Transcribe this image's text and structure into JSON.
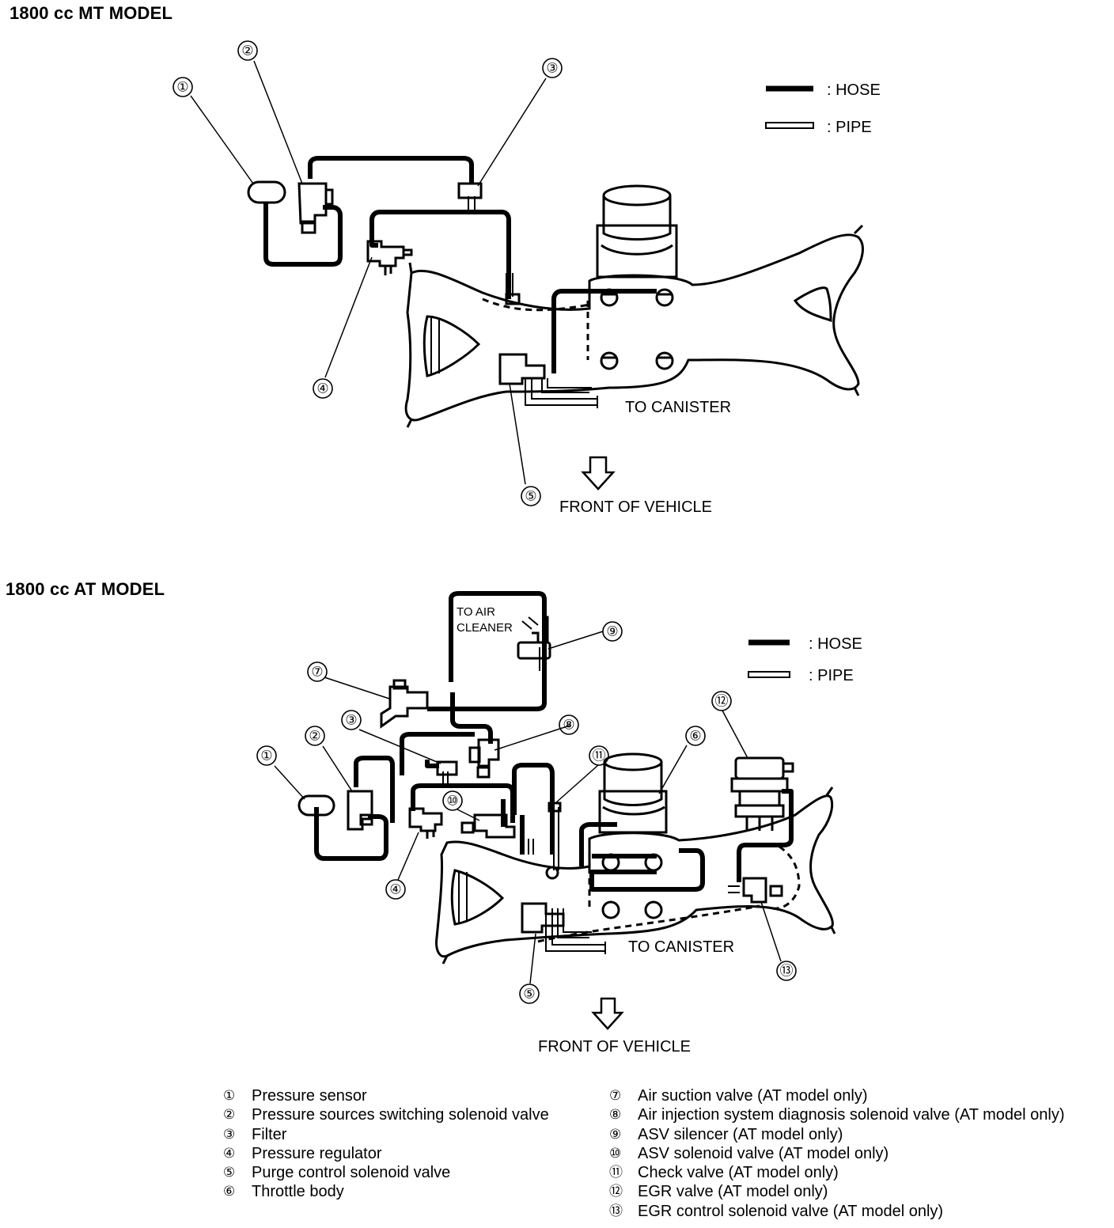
{
  "mt": {
    "title": "1800 cc MT MODEL",
    "legend_hose": ": HOSE",
    "legend_pipe": ": PIPE",
    "to_canister": "TO CANISTER",
    "front": "FRONT OF VEHICLE",
    "callouts": [
      "①",
      "②",
      "③",
      "④",
      "⑤"
    ]
  },
  "at": {
    "title": "1800 cc AT MODEL",
    "legend_hose": ": HOSE",
    "legend_pipe": ": PIPE",
    "to_air_cleaner_1": "TO AIR",
    "to_air_cleaner_2": "CLEANER",
    "to_canister": "TO CANISTER",
    "front": "FRONT OF VEHICLE",
    "callouts": [
      "①",
      "②",
      "③",
      "④",
      "⑤",
      "⑥",
      "⑦",
      "⑧",
      "⑨",
      "⑩",
      "⑪",
      "⑫",
      "⑬"
    ]
  },
  "legend": {
    "left": [
      {
        "n": "①",
        "text": "Pressure sensor"
      },
      {
        "n": "②",
        "text": "Pressure sources switching solenoid valve"
      },
      {
        "n": "③",
        "text": "Filter"
      },
      {
        "n": "④",
        "text": "Pressure regulator"
      },
      {
        "n": "⑤",
        "text": "Purge control solenoid valve"
      },
      {
        "n": "⑥",
        "text": "Throttle body"
      }
    ],
    "right": [
      {
        "n": "⑦",
        "text": "Air suction valve (AT model only)"
      },
      {
        "n": "⑧",
        "text": "Air injection system diagnosis solenoid valve (AT model only)"
      },
      {
        "n": "⑨",
        "text": "ASV silencer (AT model only)"
      },
      {
        "n": "⑩",
        "text": "ASV solenoid valve (AT model only)"
      },
      {
        "n": "⑪",
        "text": "Check valve (AT model only)"
      },
      {
        "n": "⑫",
        "text": "EGR valve (AT model only)"
      },
      {
        "n": "⑬",
        "text": "EGR control solenoid valve (AT model only)"
      }
    ]
  }
}
